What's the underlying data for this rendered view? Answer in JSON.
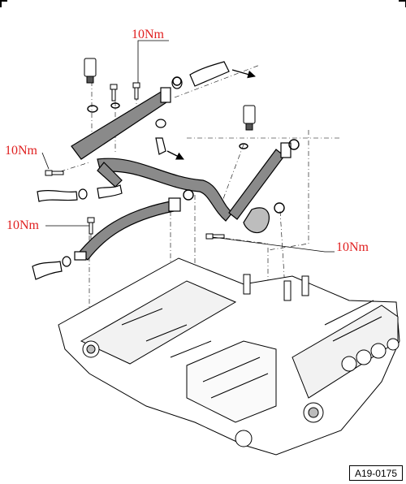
{
  "figure": {
    "id_label": "A19-0175"
  },
  "callouts": [
    {
      "label": "10Nm"
    },
    {
      "label": "10Nm"
    },
    {
      "label": "10Nm"
    },
    {
      "label": "10Nm"
    }
  ],
  "colors": {
    "callout": "#e02020",
    "line": "#000000",
    "pipe": "#7a7a7a",
    "hose": "#ffffff"
  },
  "icons": [
    "temperature-sender-icon",
    "bolt-icon",
    "circlip-icon",
    "hose-clamp-icon",
    "direction-arrow-icon"
  ]
}
